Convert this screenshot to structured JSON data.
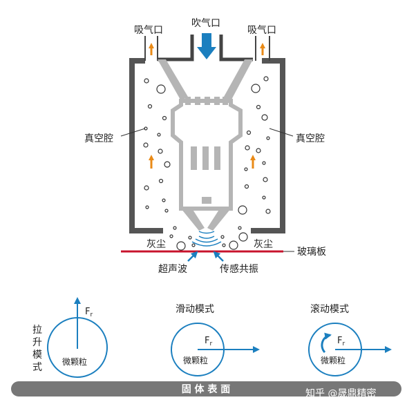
{
  "colors": {
    "wall": "#555555",
    "inner": "#b5b5b5",
    "accent": "#1b7fbf",
    "orange": "#e98a17",
    "glass": "#c8132c",
    "base": "#777777",
    "text": "#222222"
  },
  "top_diagram": {
    "suction_left": "吸气口",
    "blow": "吹气口",
    "suction_right": "吸气口",
    "chamber_left": "真空腔",
    "chamber_right": "真空腔",
    "dust_left": "灰尘",
    "dust_right": "灰尘",
    "glass": "玻璃板",
    "ultrasonic": "超声波",
    "sensing": "传感共振"
  },
  "bottom_diagram": {
    "lift_mode": [
      "拉",
      "升",
      "模",
      "式"
    ],
    "slide_mode": "滑动模式",
    "roll_mode": "滚动模式",
    "force_label": "F",
    "force_sub": "r",
    "particle": "微颗粒",
    "surface": "固 体 表 面"
  },
  "watermark": "知乎 @晟鼎精密"
}
